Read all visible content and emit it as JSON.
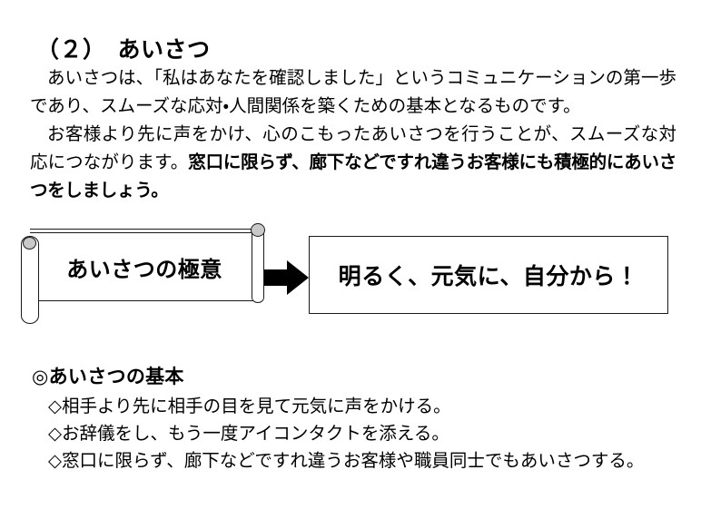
{
  "document": {
    "section_number": "（２）",
    "section_title": "あいさつ",
    "heading_full": "（２）　あいさつ"
  },
  "paragraphs": [
    {
      "id": "p1",
      "text": "あいさつは、「私はあなたを確認しました」というコミュニケーションの第一歩であり、スムーズな応対・人間関係を築くための基本となるものです。"
    },
    {
      "id": "p2",
      "normal_lead": "お客様より先に声をかけ、心のこもったあいさつを行うことが、スムーズな対応につながります。",
      "bold_run": "窓口に限らず、廊下などですれ違うお客様にも積極的にあいさつをしましょう。"
    }
  ],
  "diagram": {
    "scroll_label": "あいさつの極意",
    "arrow_icon": "right-arrow-icon",
    "slogan": "明るく、元気に、自分から！",
    "colors": {
      "outline": "#1a1a1a",
      "roll_cap_fill": "#c9c9c9",
      "panel_fill": "#ffffff",
      "arrow_fill": "#000000"
    }
  },
  "basics": {
    "marker": "◎",
    "heading": "◎あいさつの基本",
    "items": [
      "◇相手より先に相手の目を見て元気に声をかける。",
      "◇お辞儀をし、もう一度アイコンタクトを添える。",
      "◇窓口に限らず、廊下などですれ違うお客様や職員同士でもあいさつする。"
    ]
  }
}
